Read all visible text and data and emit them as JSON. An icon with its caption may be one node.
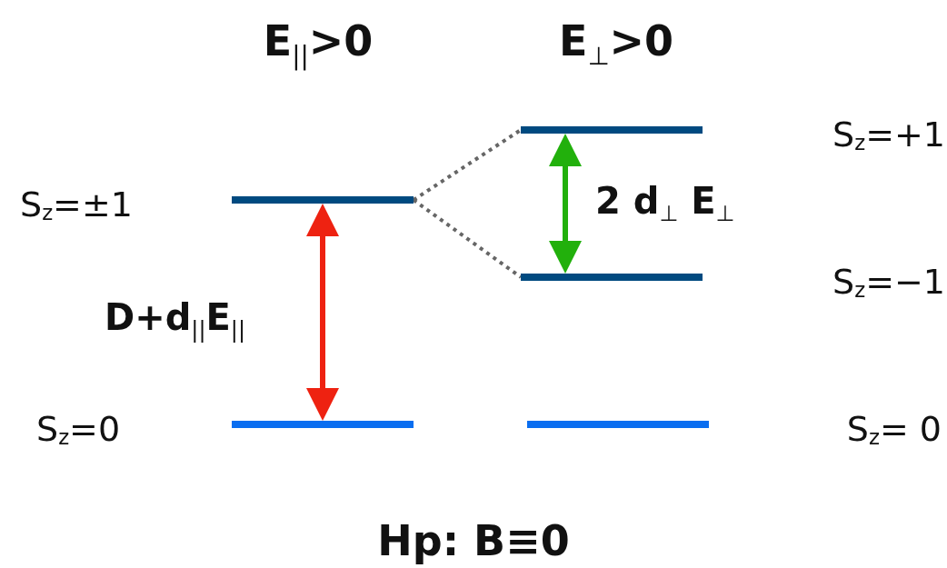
{
  "diagram": {
    "caption": "Hp: B≡0",
    "nodes": [
      {
        "text": [],
        "shape": "bar"
      },
      {
        "text": [],
        "shape": "bar"
      },
      {
        "text": [],
        "shape": "bar"
      },
      {
        "text": [],
        "shape": "bar"
      },
      {
        "text": [],
        "shape": "bar"
      }
    ],
    "edges": [
      {
        "from": 1,
        "to": 0,
        "arrow": "both",
        "label": "D+d$_{||}$E$_{||}$",
        "color": "#ee2211"
      },
      {
        "from": 0,
        "to": 2,
        "arrow": "none",
        "style": "dashed",
        "color": "#666666"
      },
      {
        "from": 0,
        "to": 3,
        "arrow": "none",
        "style": "dashed",
        "color": "#666666"
      },
      {
        "from": 3,
        "to": 2,
        "arrow": "both",
        "label": "2 d$_{⊥}$ E$_{⊥}$",
        "color": "#22b00c"
      }
    ],
    "labels": [
      "E$_{||}$>0",
      "E$_{⊥}$>0",
      "S$_{z}$=+1",
      "S$_{z}$=±1",
      "S$_{z}$=−1",
      "S$_{z}$=0",
      "S$_{z}$= 0"
    ]
  }
}
